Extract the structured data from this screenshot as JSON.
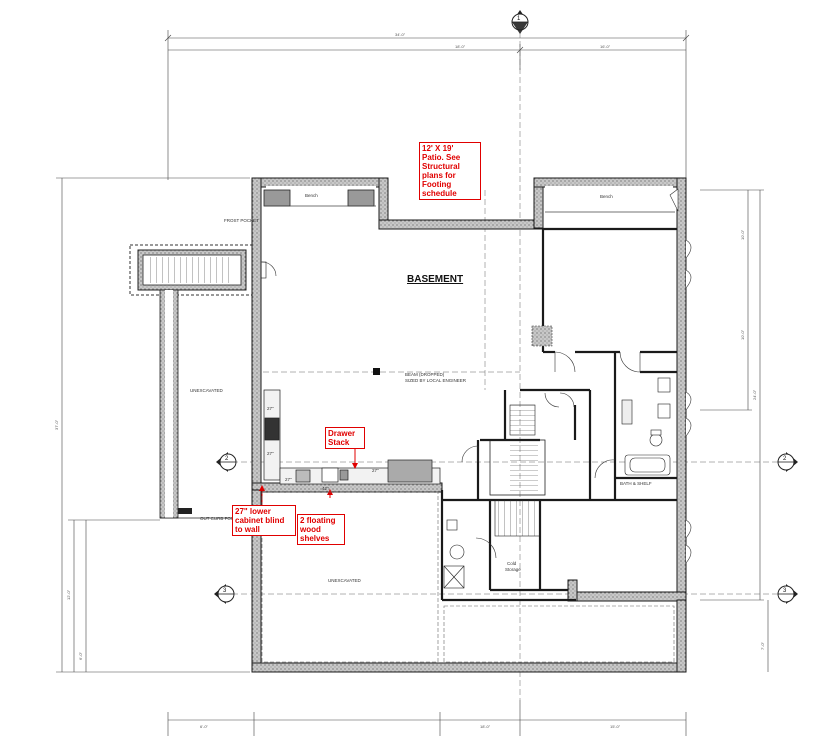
{
  "rooms": {
    "basement": "BASEMENT",
    "unexcavated_west": "UNEXCAVATED",
    "unexcavated_south": "UNEXCAVATED",
    "bench_west": "Bench",
    "bench_east": "Bench",
    "cold_storage_1": "Cold",
    "cold_storage_2": "Storage",
    "bath_label": "BATH & SHELF"
  },
  "callouts": {
    "patio": [
      "12' X 19'",
      "Patio. See",
      "Structural",
      "plans for",
      "Footing",
      "schedule"
    ],
    "drawer_stack": [
      "Drawer",
      "Stack"
    ],
    "lower_cabinet": [
      "27\" lower",
      "cabinet blind",
      "to wall"
    ],
    "floating_shelves": [
      "2 floating",
      "wood",
      "shelves"
    ]
  },
  "cabinets": {
    "c1": "27\"",
    "c2": "42\"",
    "c3": "27\"",
    "c4": "27\"",
    "c5": "27\""
  },
  "small_notes": {
    "frost_pocket": "FROST POCKET",
    "beam": "BEAM (DROPPED)",
    "beam_note": "SIZED BY LOCAL ENGINEER"
  },
  "section_markers": {
    "top": "1",
    "west": "2",
    "east": "2",
    "southwest": "3",
    "southeast": "3"
  },
  "colors": {
    "annotation": "#e00000",
    "wall_fill": "#bbbbbb",
    "line": "#1a1a1a"
  }
}
